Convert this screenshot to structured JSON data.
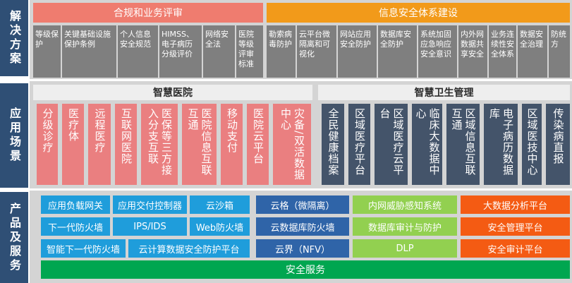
{
  "colors": {
    "side": "#2f4f75",
    "orange_red": "#ef7c6f",
    "orange": "#f29a1a",
    "gray": "#7f7f7f",
    "pink": "#ea7f80",
    "slate": "#44546a",
    "blue": "#1f9ddb",
    "navy": "#2f64a8",
    "green": "#92d050",
    "red_orange": "#f45b13",
    "green_dark": "#00a650"
  },
  "rows": {
    "solution": "解决方案",
    "scenario": "应用场景",
    "product": "产品及服务"
  },
  "solution": {
    "compliance_title": "合规和业务评审",
    "security_title": "信息安全体系建设",
    "compliance_items": [
      "等级保护",
      "关键基础设施保护条例",
      "个人信息安全规范",
      "HIMSS、电子病历分级评价",
      "网络安全法",
      "医院等级评审标准"
    ],
    "security_items": [
      "勒索病毒防护",
      "云平台微隔离和可视化",
      "网站应用安全防护",
      "数据库安全防护",
      "系统加固应急响应安全意识",
      "内外网数据共享安全",
      "业务连续性安全体系",
      "数据安全治理",
      "防统方"
    ]
  },
  "scenario": {
    "hospital_title": "智慧医院",
    "health_title": "智慧卫生管理",
    "hospital_items": [
      "分级诊疗",
      "医疗体",
      "远程医疗",
      "互联网医院",
      "医保等三方接入分支互联",
      "医院信息互联互通",
      "移动支付",
      "医院云平台",
      "灾备/双活数据中心"
    ],
    "health_items": [
      "全民健康档案",
      "区域医疗平台",
      "区域医疗云平台",
      "临床大数据中心",
      "区域信息互联互通",
      "电子病历数据库",
      "区域医技中心",
      "传染病直报"
    ]
  },
  "products": {
    "blue": [
      "应用负载网关",
      "应用交付控制器",
      "云沙箱",
      "下一代防火墙",
      "IPS/IDS",
      "Web防火墙",
      "智能下一代防火墙",
      "云计算数据安全防护平台"
    ],
    "navy": [
      "云格（微隔离）",
      "云数据库防火墙",
      "云界（NFV）"
    ],
    "green": [
      "内网威胁感知系统",
      "数据库审计与防护",
      "DLP"
    ],
    "orange": [
      "大数据分析平台",
      "安全管理平台",
      "安全审计平台"
    ],
    "service": "安全服务"
  }
}
